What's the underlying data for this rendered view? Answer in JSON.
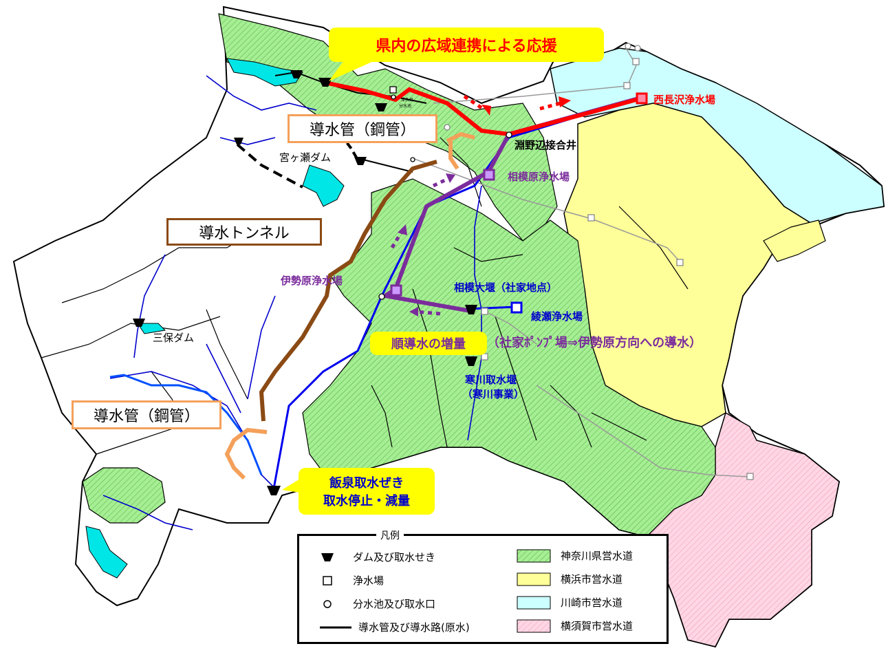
{
  "colors": {
    "kanagawa": "#a6ee94",
    "yokohama": "#ffff99",
    "kawasaki": "#ccffff",
    "yokosuka": "#ffccdd",
    "support_route": "#ff0000",
    "sagamihara_route": "#7b2c9c",
    "steel_pipe": "#f4a05a",
    "tunnel": "#8b4a14",
    "raw_water_blue": "#0000ee",
    "river": "#0000cc",
    "lake": "#00e5e5",
    "callout": "#ffff00"
  },
  "callouts": {
    "support": "県内の広域連携による応援",
    "forward_increase": "順導水の増量",
    "forward_detail": "（社家ﾎﾟﾝﾌﾟ場⇒伊勢原方向への導水）",
    "iizumi_line1": "飯泉取水ぜき",
    "iizumi_line2": "取水停止・減量"
  },
  "boxed_labels": {
    "pipe_north": "導水管（鋼管）",
    "tunnel": "導水トンネル",
    "pipe_south": "導水管（鋼管）"
  },
  "place_labels": {
    "nishinagasawa": "西長沢浄水場",
    "fuchinobe": "淵野辺接合井",
    "sagamihara": "相模原浄水場",
    "miyagase": "宮ヶ瀬ダム",
    "isehara": "伊勢原浄水場",
    "sagami_oozeki": "相模大堰（社家地点）",
    "ayase": "綾瀬浄水場",
    "samukawa_line1": "寒川取水堰",
    "samukawa_line2": "（寒川事業）",
    "miho": "三保ダム",
    "tsukui_small": "津久井",
    "bunsui_small": "分水池"
  },
  "legend": {
    "title": "凡例",
    "items": [
      {
        "symbol": "dam-icon",
        "label": "ダム及び取水せき"
      },
      {
        "symbol": "purification-plant-icon",
        "label": "浄水場"
      },
      {
        "symbol": "intake-icon",
        "label": "分水池及び取水口"
      },
      {
        "symbol": "pipeline-icon",
        "label": "導水管及び導水路(原水)"
      }
    ],
    "areas": [
      {
        "label": "神奈川県営水道"
      },
      {
        "label": "横浜市営水道"
      },
      {
        "label": "川崎市営水道"
      },
      {
        "label": "横須賀市営水道"
      }
    ]
  }
}
